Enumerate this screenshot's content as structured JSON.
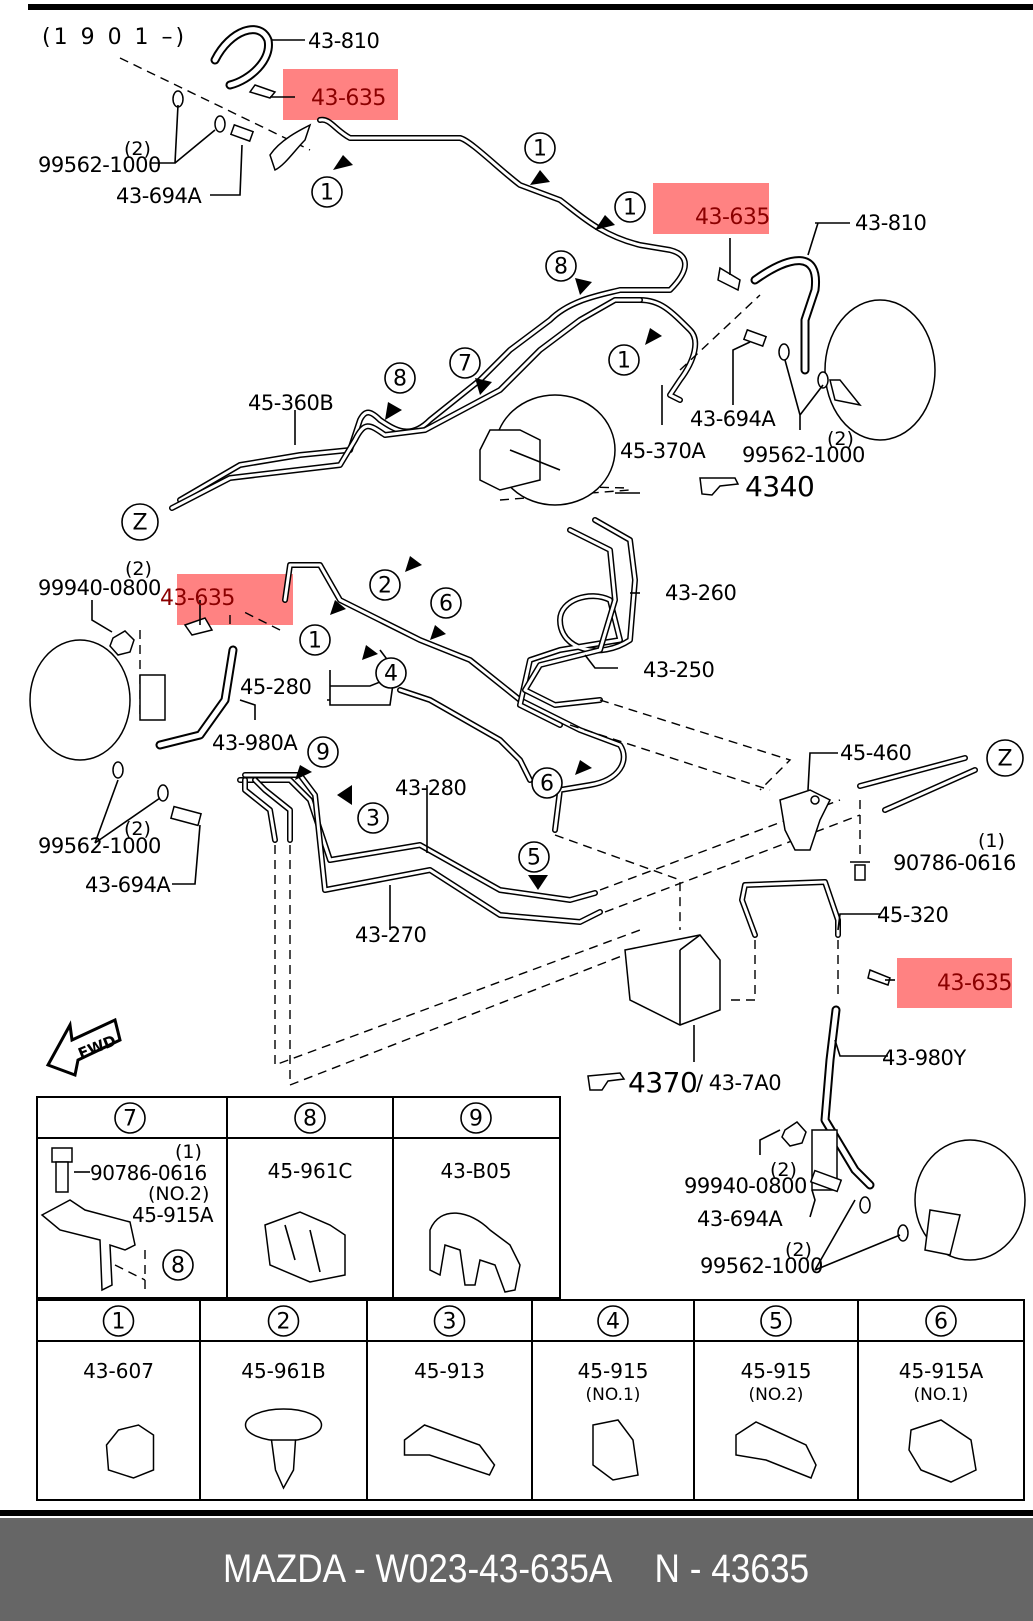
{
  "header": {
    "serial_range": "(1 9 0 1 –)"
  },
  "highlight_color": "#ff8282",
  "highlight_text_color": "#8b0000",
  "callouts": {
    "a_43_810_top": "43-810",
    "a_43_635_top": "43-635",
    "a_99562_top": "99562-1000",
    "a_99562_top_qty": "(2)",
    "a_43_694a_top": "43-694A",
    "b_43_635_right": "43-635",
    "b_43_810_right": "43-810",
    "b_43_694a_right": "43-694A",
    "b_99562_right": "99562-1000",
    "b_99562_right_qty": "(2)",
    "b_45_370a": "45-370A",
    "c_45_360b": "45-360B",
    "c_ref_4340": "4340",
    "d_99940_left": "99940-0800",
    "d_99940_left_qty": "(2)",
    "d_43_635_left": "43-635",
    "d_45_280": "45-280",
    "d_43_980a": "43-980A",
    "d_99562_left": "99562-1000",
    "d_99562_left_qty": "(2)",
    "d_43_694a_left": "43-694A",
    "e_43_260": "43-260",
    "e_43_250": "43-250",
    "e_43_280": "43-280",
    "e_43_270": "43-270",
    "f_45_460": "45-460",
    "f_90786": "90786-0616",
    "f_90786_qty": "(1)",
    "f_45_320": "45-320",
    "f_43_635_right": "43-635",
    "f_43_980y": "43-980Y",
    "g_ref_4370": "4370",
    "g_ref_43_7a0": "/ 43-7A0",
    "g_99940_right": "99940-0800",
    "g_99940_right_qty": "(2)",
    "g_43_694a_right": "43-694A",
    "g_99562_right": "99562-1000",
    "g_99562_right_qty": "(2)",
    "fwd": "FWD",
    "z": "Z"
  },
  "clip_markers": [
    "1",
    "2",
    "3",
    "4",
    "5",
    "6",
    "7",
    "8",
    "9"
  ],
  "clip_table_top": [
    {
      "num": "7",
      "parts": [
        {
          "code": "90786-0616",
          "qty": "(1)"
        },
        {
          "code": "45-915A",
          "qty": "(NO.2)"
        }
      ],
      "ref": "8"
    },
    {
      "num": "8",
      "parts": [
        {
          "code": "45-961C"
        }
      ]
    },
    {
      "num": "9",
      "parts": [
        {
          "code": "43-B05"
        }
      ]
    }
  ],
  "clip_table_bottom": [
    {
      "num": "1",
      "code": "43-607",
      "sub": ""
    },
    {
      "num": "2",
      "code": "45-961B",
      "sub": ""
    },
    {
      "num": "3",
      "code": "45-913",
      "sub": ""
    },
    {
      "num": "4",
      "code": "45-915",
      "sub": "(NO.1)"
    },
    {
      "num": "5",
      "code": "45-915",
      "sub": "(NO.2)"
    },
    {
      "num": "6",
      "code": "45-915A",
      "sub": "(NO.1)"
    }
  ],
  "footer": {
    "brand_part": "MAZDA - W023-43-635A",
    "n_part": "N - 43635"
  }
}
